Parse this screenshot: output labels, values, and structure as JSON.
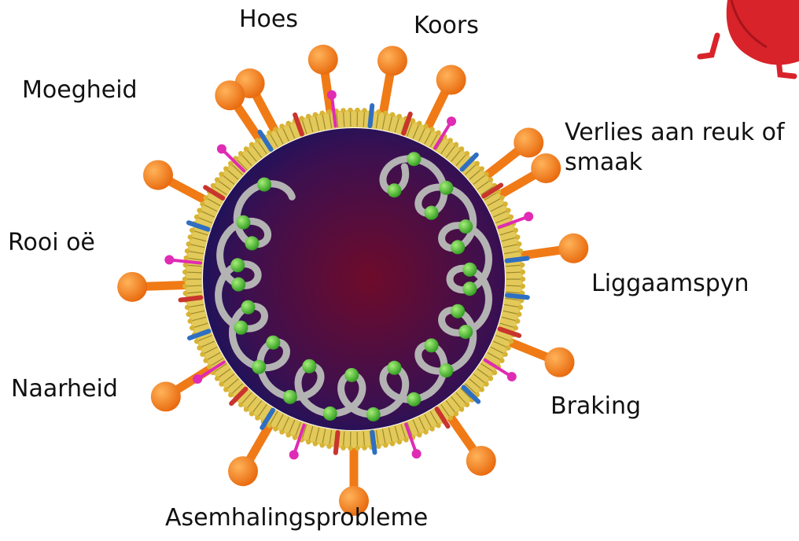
{
  "labels": {
    "hoes": "Hoes",
    "koors": "Koors",
    "moegheid": "Moegheid",
    "verlies": "Verlies aan reuk of smaak",
    "rooi_oe": "Rooi oë",
    "liggaamspyn": "Liggaamspyn",
    "naarheid": "Naarheid",
    "braking": "Braking",
    "asemhaling": "Asemhalingsprobleme"
  },
  "colors": {
    "core_outer": "#15135e",
    "core_center": "#6e0b2a",
    "membrane": "#d7b335",
    "spike": "#f07a16",
    "spike_tip": "#f58a1d",
    "magenta": "#e02bb4",
    "blue_protein": "#2f6fc2",
    "red_protein": "#c9352d",
    "rna": "#b3b3b3",
    "nucleo": "#59c43a",
    "mascot": "#d8232a"
  },
  "icons": {
    "mascot": "red-virus-mascot-icon"
  }
}
